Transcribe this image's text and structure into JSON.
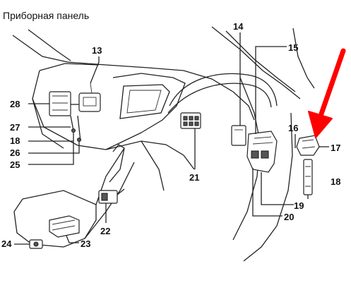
{
  "title": "Приборная панель",
  "callouts": {
    "c13": "13",
    "c14": "14",
    "c15": "15",
    "c16": "16",
    "c17": "17",
    "c18": "18",
    "c19": "19",
    "c20": "20",
    "c21": "21",
    "c22": "22",
    "c23": "23",
    "c24": "24",
    "c25": "25",
    "c26": "26",
    "c27": "27",
    "c28": "28"
  },
  "colors": {
    "arrow": "#ff0000",
    "line": "#222222",
    "background": "#ffffff"
  }
}
